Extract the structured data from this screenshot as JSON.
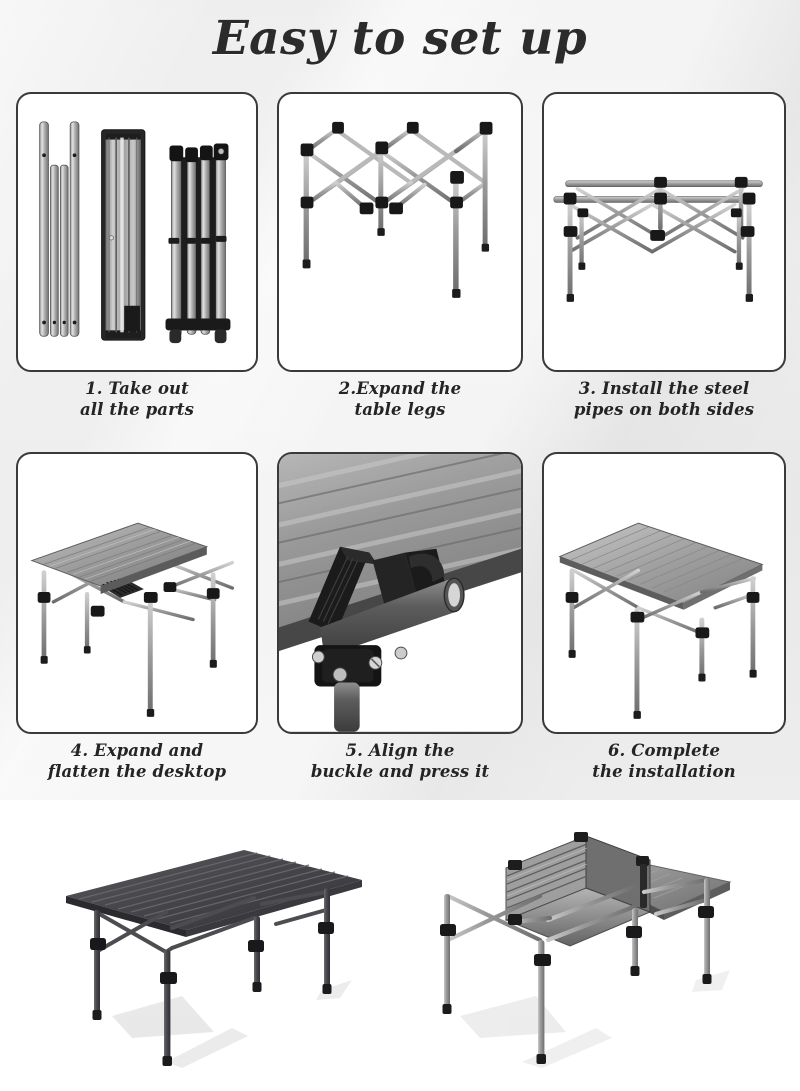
{
  "title": "Easy to set up",
  "theme": {
    "background_gray": "#ececec",
    "panel_border": "#3a3a3a",
    "panel_fill": "#ffffff",
    "text_dark": "#242424",
    "metal_light": "#d8d8d8",
    "metal_mid": "#a6a6a6",
    "metal_dark": "#6e6e6e",
    "plastic_black": "#1f1f1f",
    "photo_background": "#ffffff"
  },
  "steps": [
    {
      "number": "1",
      "caption_lines": [
        "1. Take out",
        "all the parts"
      ],
      "illustration": "parts-laid-out-pipes-rolled-top-folded-frame"
    },
    {
      "number": "2",
      "caption_lines": [
        "2.Expand the",
        "table legs"
      ],
      "illustration": "expanded-scissor-leg-frame"
    },
    {
      "number": "3",
      "caption_lines": [
        "3. Install the steel",
        "pipes on both sides"
      ],
      "illustration": "frame-with-side-rails-installed"
    },
    {
      "number": "4",
      "caption_lines": [
        "4. Expand and",
        "flatten the desktop"
      ],
      "illustration": "slatted-desktop-being-unrolled"
    },
    {
      "number": "5",
      "caption_lines": [
        "5. Align the",
        "buckle and press it"
      ],
      "illustration": "closeup-buckle-clip-macro"
    },
    {
      "number": "6",
      "caption_lines": [
        "6. Complete",
        "the installation"
      ],
      "illustration": "finished-assembled-table"
    }
  ],
  "gallery": [
    {
      "name": "assembled-table-photo",
      "caption": ""
    },
    {
      "name": "table-with-rolled-top-photo",
      "caption": ""
    }
  ]
}
